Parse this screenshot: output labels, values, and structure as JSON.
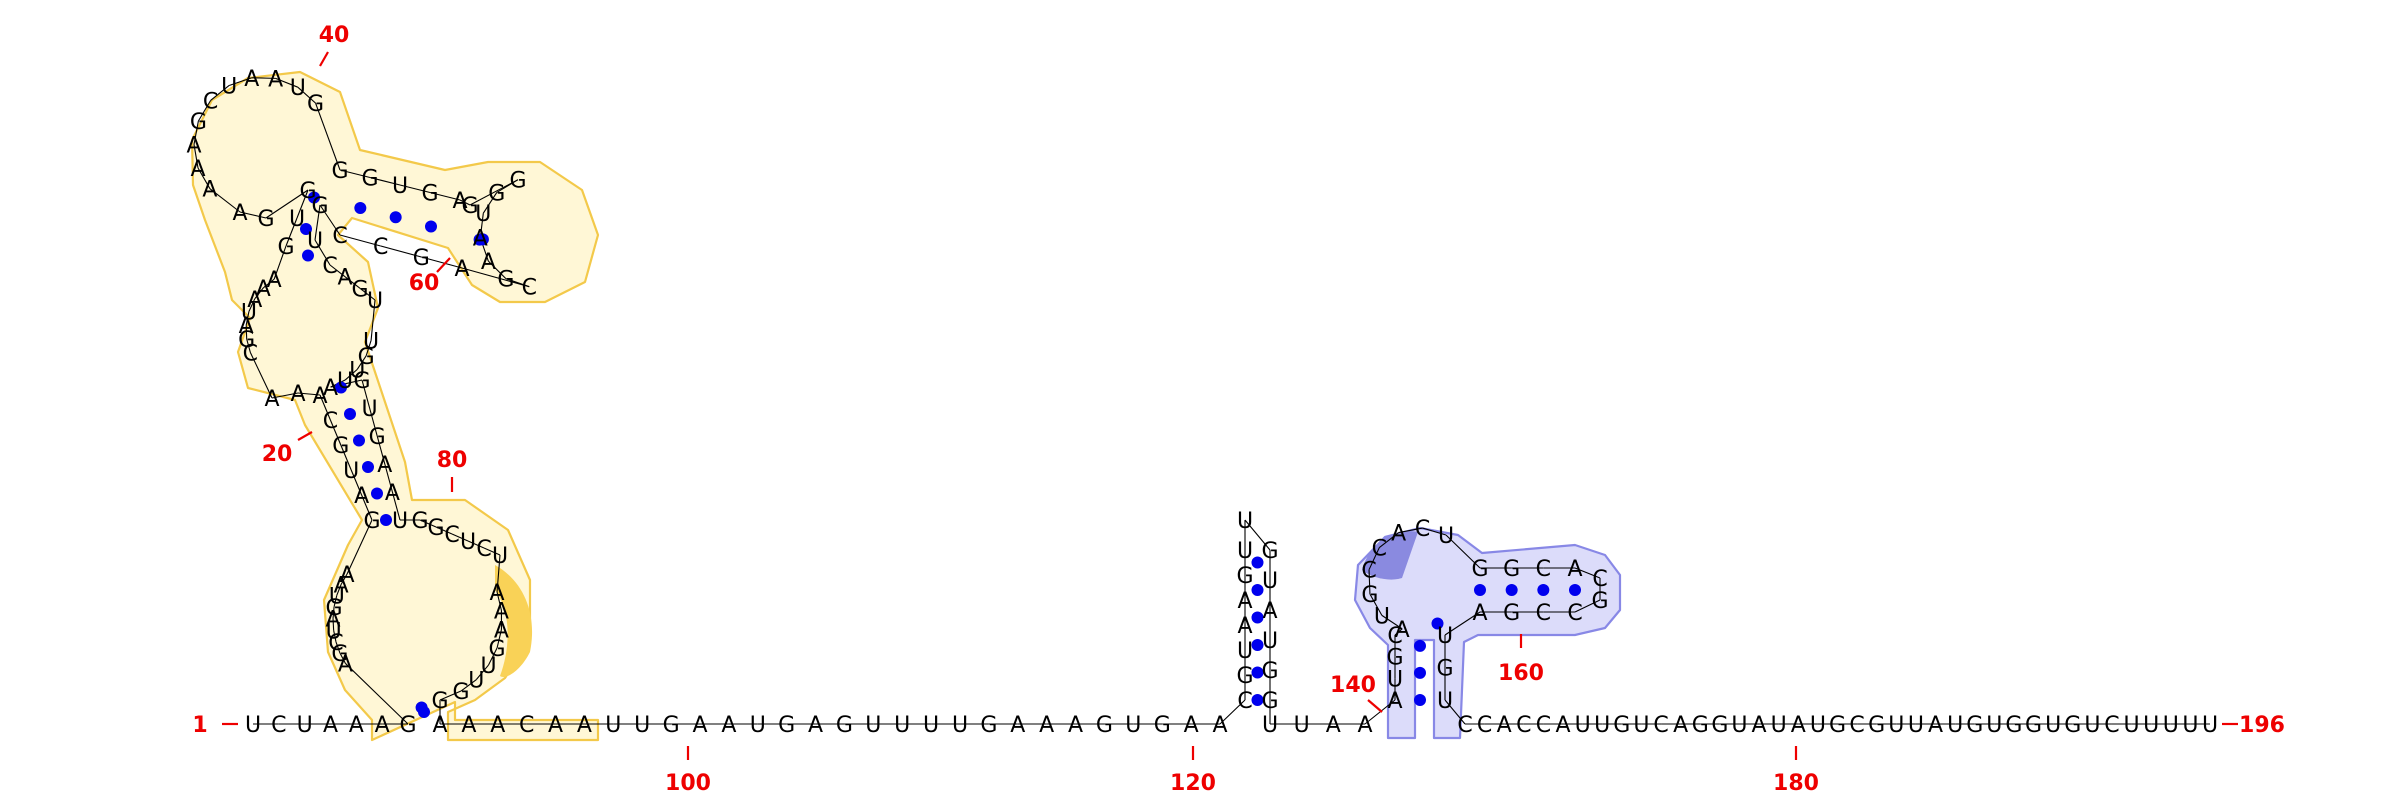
{
  "diagram": {
    "type": "rna-secondary-structure",
    "sequence": "UCUAAAGAGCUAGUAAGAUGCAAACGAUAAAGUGGAAAAGCUAAUGGGUGAGGGUAAGCAGCCGUCAGUUGUUAGUGAAUGGCUCUAAAGUUGGAAACAAUUGAAUGAGUUUUGAAAGUGAACGUAAGUUGUAUGGUUAAAUGCAUGCCACUGGCACGCCGAUGUCCACCAUUGUCAGGUAUAUGCGUUAUGUGGUGUCUUUUU",
    "colors": {
      "base_pair_dot": "#0000ee",
      "backbone": "#000000",
      "number_label": "#ee0000",
      "domain_yellow_fill": "#fff7d6",
      "domain_yellow_stroke": "#f3c94a",
      "domain_yellow_strong": "#f9d257",
      "domain_blue_fill": "#dcdcfa",
      "domain_blue_stroke": "#8888e6",
      "domain_blue_strong": "#8a8ae0"
    },
    "start_label": "1",
    "end_label": "196",
    "position_labels": [
      {
        "text": "20"
      },
      {
        "text": "40"
      },
      {
        "text": "60"
      },
      {
        "text": "80"
      },
      {
        "text": "100"
      },
      {
        "text": "120"
      },
      {
        "text": "140"
      },
      {
        "text": "160"
      },
      {
        "text": "180"
      }
    ]
  }
}
